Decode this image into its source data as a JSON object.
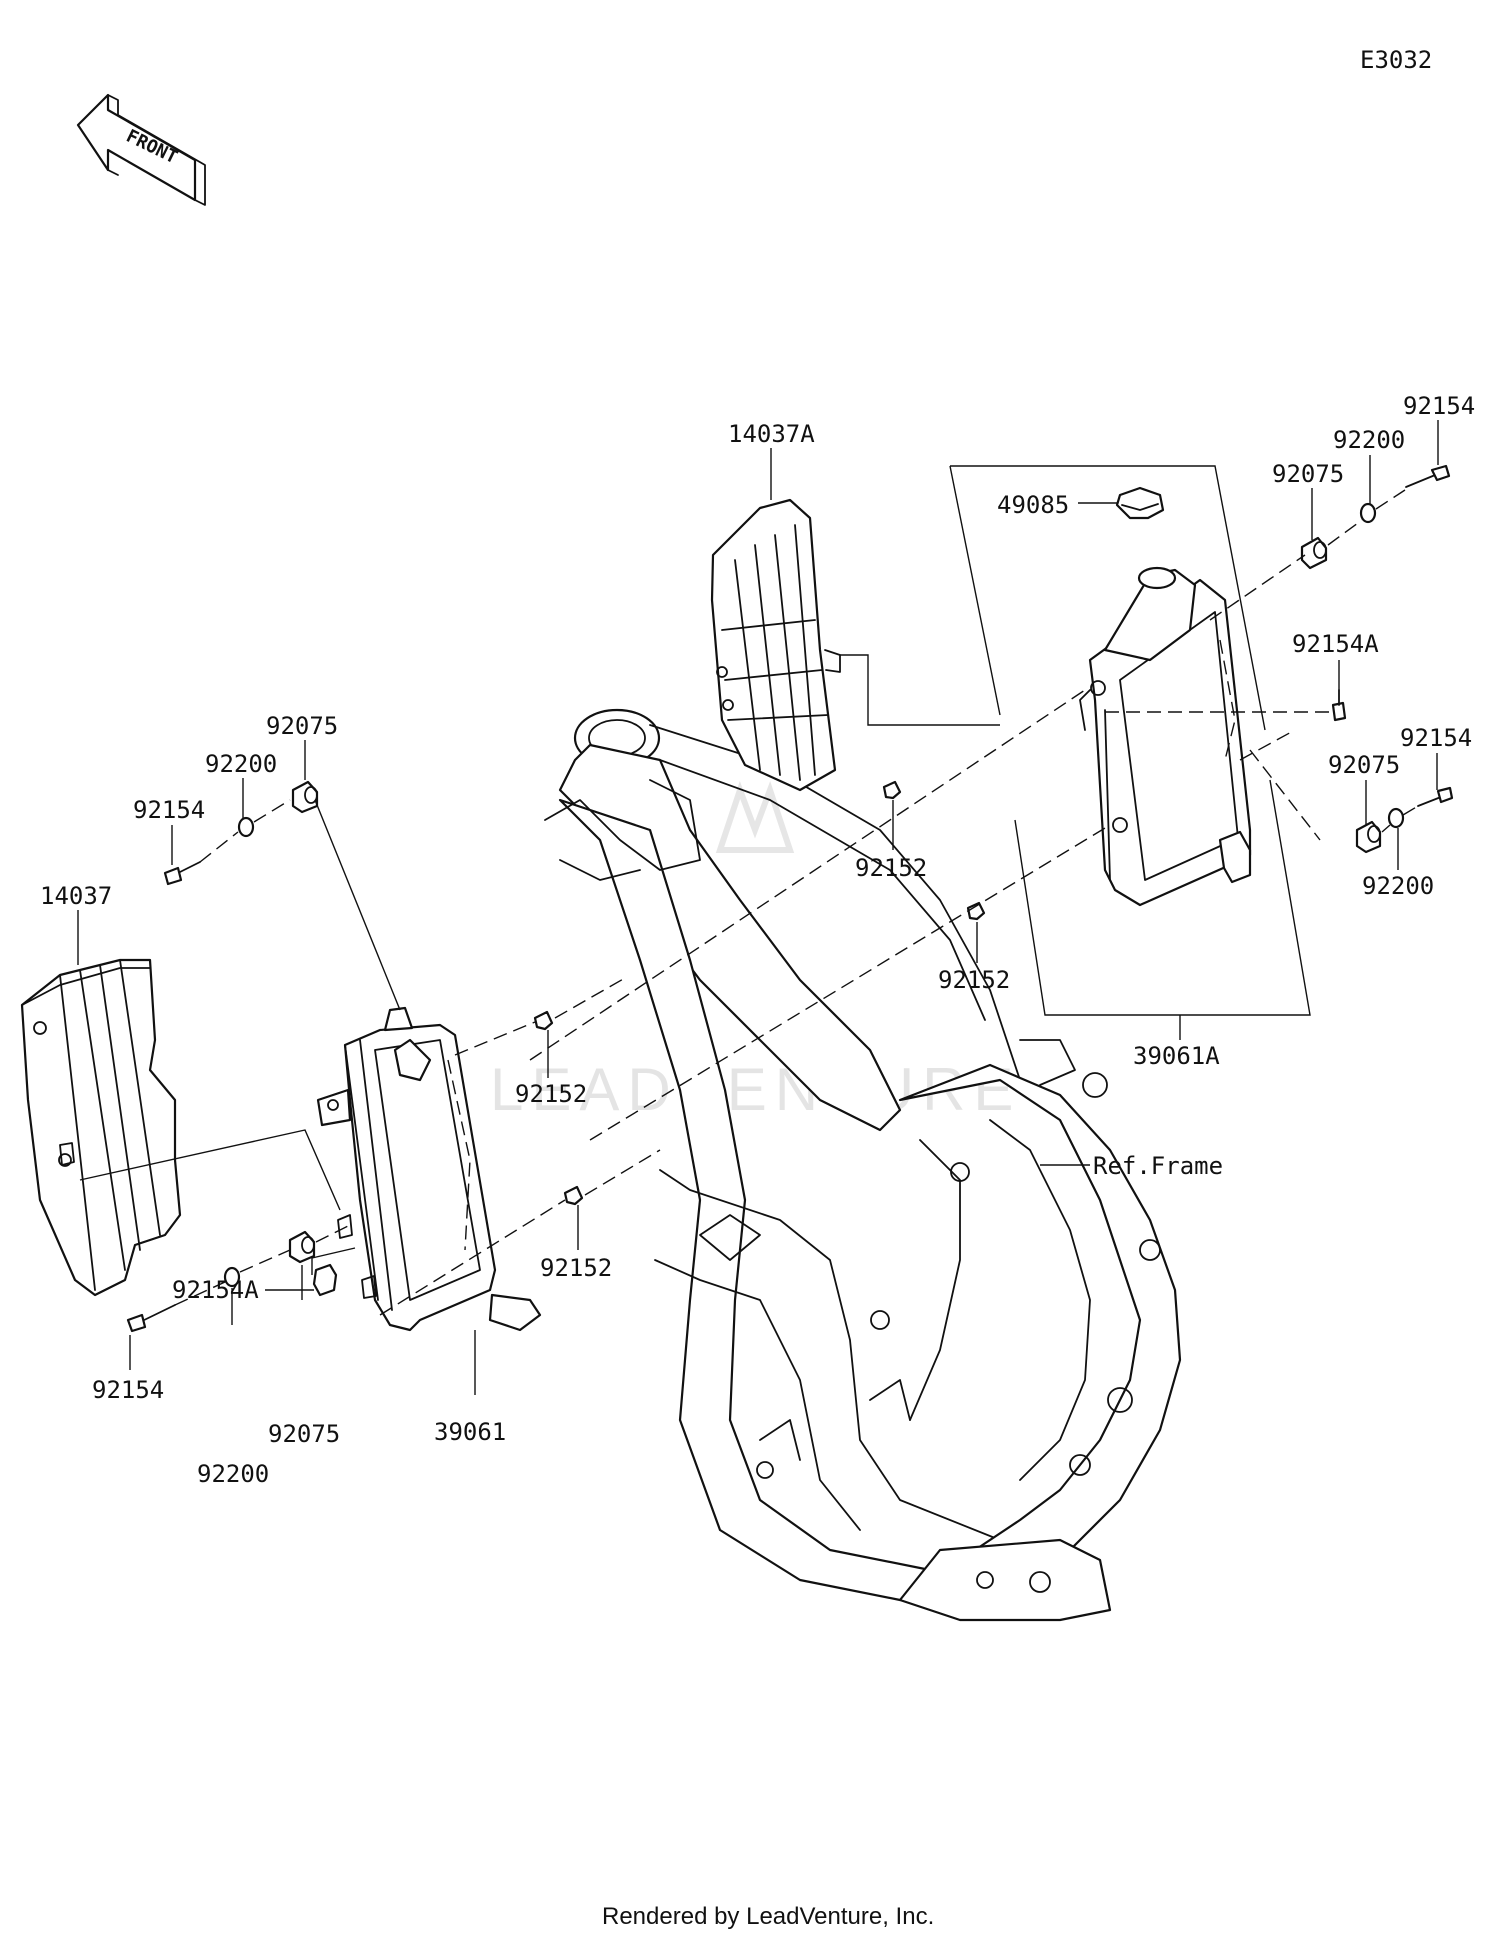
{
  "diagram_code": "E3032",
  "front_label": "FRONT",
  "footer": "Rendered by LeadVenture, Inc.",
  "labels": {
    "l_14037A": "14037A",
    "l_49085": "49085",
    "l_92075_tr": "92075",
    "l_92200_tr": "92200",
    "l_92154_tr": "92154",
    "l_92154A_r": "92154A",
    "l_92154_r2": "92154",
    "l_92075_r2": "92075",
    "l_92200_r2": "92200",
    "l_92152_tc": "92152",
    "l_92152_c": "92152",
    "l_39061A": "39061A",
    "l_ref_frame": "Ref.Frame",
    "l_92075_tl": "92075",
    "l_92200_tl": "92200",
    "l_92154_tl": "92154",
    "l_14037": "14037",
    "l_92152_l1": "92152",
    "l_92152_l2": "92152",
    "l_92154A_l": "92154A",
    "l_92154_bl": "92154",
    "l_92075_bl": "92075",
    "l_92200_bl": "92200",
    "l_39061": "39061"
  }
}
